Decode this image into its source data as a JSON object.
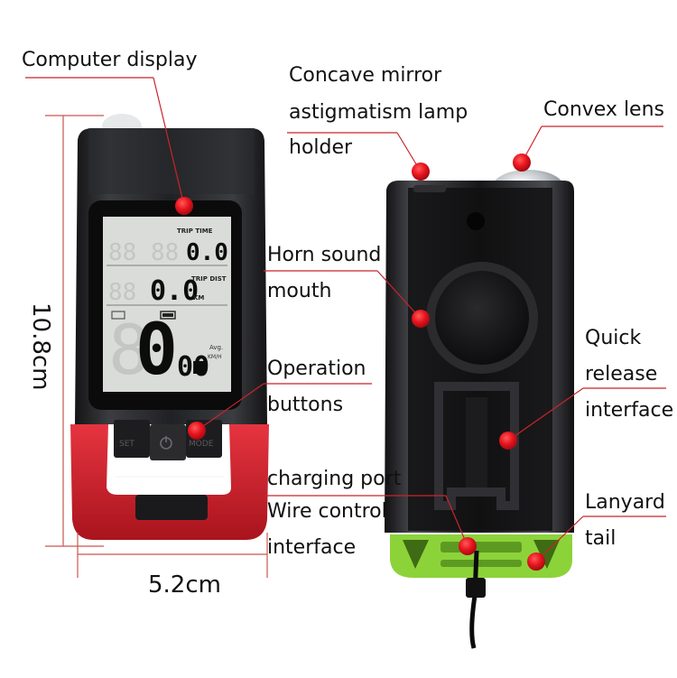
{
  "labels": {
    "computer_display": "Computer display",
    "concave_line1": "Concave mirror",
    "concave_line2": "astigmatism lamp",
    "concave_line3": "holder",
    "convex_lens": "Convex lens",
    "horn_line1": "Horn sound",
    "horn_line2": "mouth",
    "operation_line1": "Operation",
    "operation_line2": "buttons",
    "quick_line1": "Quick",
    "quick_line2": "release",
    "quick_line3": "interface",
    "charging_port": "charging port",
    "wire_line1": "Wire control",
    "wire_line2": "interface",
    "lanyard_line1": "Lanyard",
    "lanyard_line2": "tail"
  },
  "dimensions": {
    "height": "10.8cm",
    "width": "5.2cm"
  },
  "lcd": {
    "trip_time_label": "TRIP TIME",
    "trip_time_value": "0.0",
    "trip_dist_label": "TRIP DIST",
    "trip_dist_value": "0.0",
    "dist_unit": "KM",
    "speed_big": "0.",
    "speed_small": "00",
    "avg_label": "Avg.",
    "speed_unit": "KM/H",
    "ghost_small": "88 88",
    "ghost_big": "8"
  },
  "buttons": {
    "left": "SET",
    "right": "MODE"
  },
  "colors": {
    "marker_red": "#e8141e",
    "leader_red": "#c8252b",
    "body_dark": "#1b1b1d",
    "body_mid": "#3a3b3f",
    "bracket_red": "#d61f2a",
    "tail_green": "#8cd33a",
    "lcd_bg": "#d9dcd8"
  }
}
